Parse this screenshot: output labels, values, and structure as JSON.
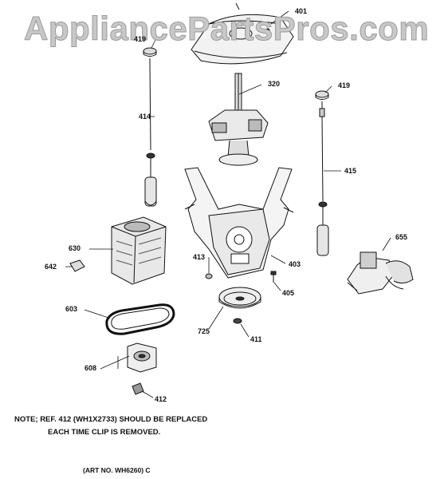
{
  "watermark": "AppliancePartsPros.com",
  "callouts": {
    "c401": "401",
    "c419a": "419",
    "c419b": "419",
    "c320": "320",
    "c414": "414",
    "c415": "415",
    "c630": "630",
    "c642": "642",
    "c413": "413",
    "c403": "403",
    "c655": "655",
    "c405": "405",
    "c603": "603",
    "c725": "725",
    "c411": "411",
    "c608": "608",
    "c412": "412"
  },
  "note": {
    "line1": "NOTE; REF. 412 (WH1X2733) SHOULD BE REPLACED",
    "line2": "EACH TIME CLIP IS REMOVED."
  },
  "art_no": "(ART NO. WH6260) C"
}
